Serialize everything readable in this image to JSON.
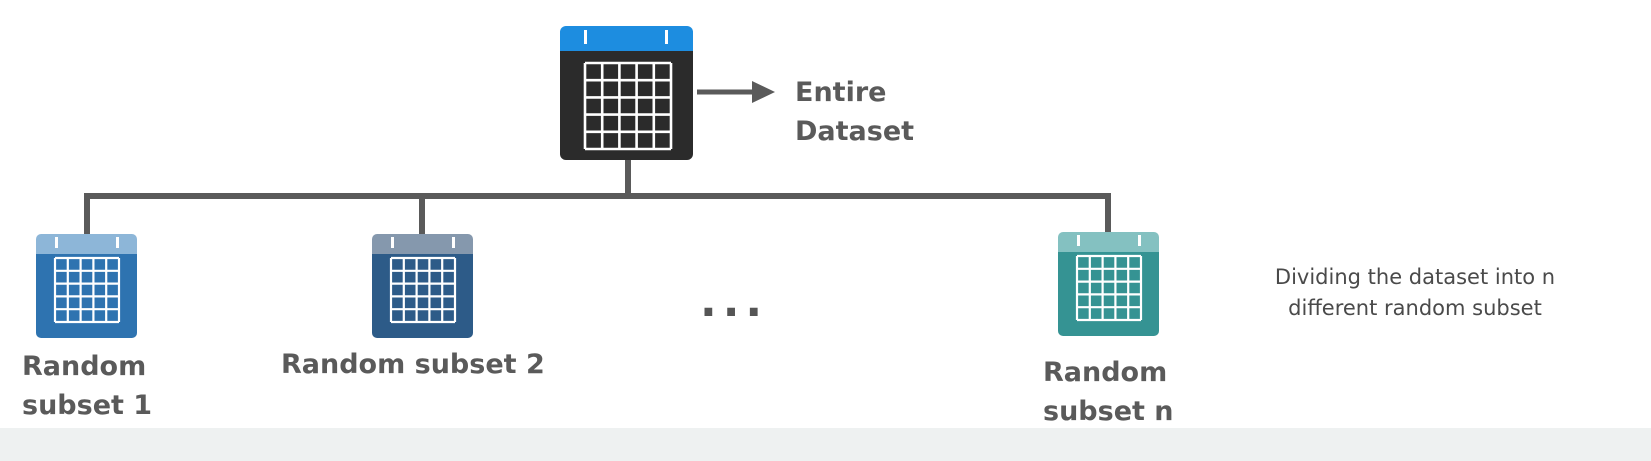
{
  "diagram": {
    "entire": {
      "label": "Entire\nDataset",
      "icon": "table-icon",
      "header_color": "#1d8de0",
      "body_color": "#2b2b2b"
    },
    "subsets": [
      {
        "label": "Random\nsubset 1",
        "icon": "table-icon",
        "header_color": "#8db6d8",
        "body_color": "#2e73b0"
      },
      {
        "label": "Random subset 2",
        "icon": "table-icon",
        "header_color": "#8598ad",
        "body_color": "#2d5b88"
      },
      {
        "label": "Random\nsubset n",
        "icon": "table-icon",
        "header_color": "#84c1c1",
        "body_color": "#359393"
      }
    ],
    "ellipsis": "...",
    "note": "Dividing the dataset into n\ndifferent random subset",
    "connector_color": "#5a5a5a"
  }
}
